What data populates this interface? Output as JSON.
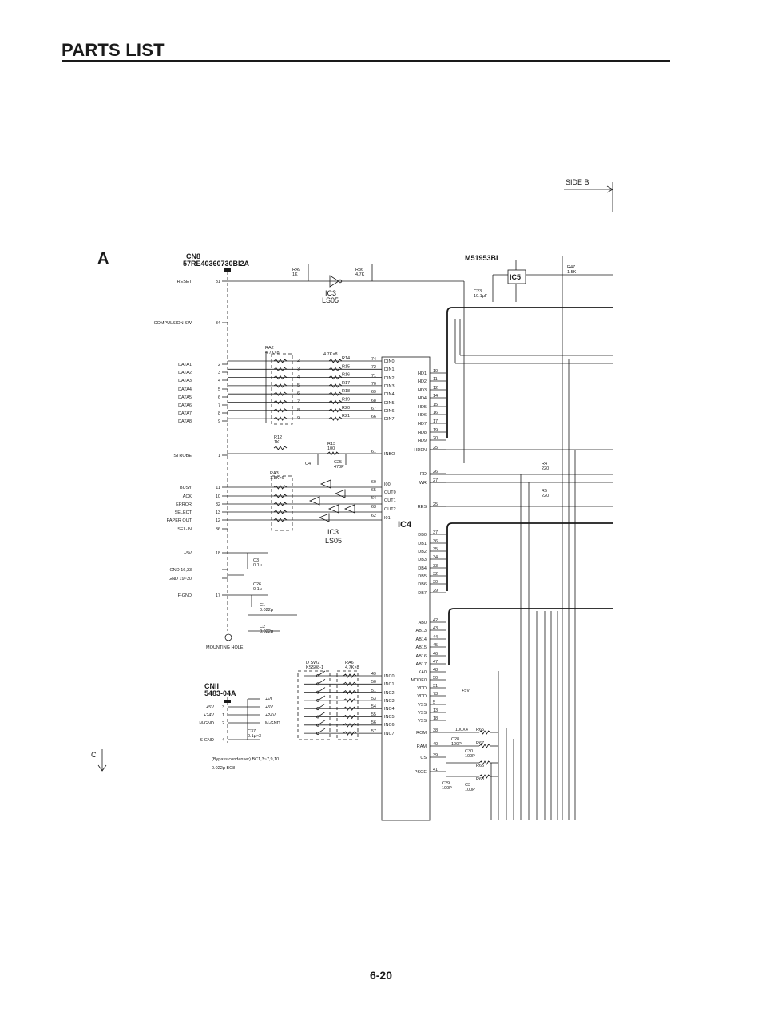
{
  "page": {
    "title": "PARTS LIST",
    "page_number": "6-20"
  },
  "sheet": {
    "side_b_label": "SIDE B",
    "section_a_label": "A",
    "section_c_label": "C",
    "bypass_note_1": "(Bypass condenser) BC1,3~7,9,10",
    "bypass_note_2": "0.022μ  BC8"
  },
  "connectors": {
    "cn8_name": "CN8",
    "cn8_part": "57RE40360730BI2A",
    "cn11_name": "CNII",
    "cn11_part": "5483-04A",
    "cn8_pins": [
      {
        "label": "RESET",
        "pin": "31"
      },
      {
        "label": "COMPULSION SW",
        "pin": "34"
      },
      {
        "label": "DATA1",
        "pin": "2"
      },
      {
        "label": "DATA2",
        "pin": "3"
      },
      {
        "label": "DATA3",
        "pin": "4"
      },
      {
        "label": "DATA4",
        "pin": "5"
      },
      {
        "label": "DATA5",
        "pin": "6"
      },
      {
        "label": "DATA6",
        "pin": "7"
      },
      {
        "label": "DATA7",
        "pin": "8"
      },
      {
        "label": "DATA8",
        "pin": "9"
      },
      {
        "label": "STROBE",
        "pin": "1"
      },
      {
        "label": "BUSY",
        "pin": "11"
      },
      {
        "label": "ACK",
        "pin": "10"
      },
      {
        "label": "ERROR",
        "pin": "32"
      },
      {
        "label": "SELECT",
        "pin": "13"
      },
      {
        "label": "PAPER OUT",
        "pin": "12"
      },
      {
        "label": "SEL-IN",
        "pin": "36"
      },
      {
        "label": "+5V",
        "pin": "18"
      },
      {
        "label": "GND  16,33",
        "pin": ""
      },
      {
        "label": "GND  19~30",
        "pin": ""
      },
      {
        "label": "F-GND",
        "pin": "17"
      }
    ],
    "cn11_pins": [
      {
        "label": "+5V",
        "pin": "3",
        "net": "+5V"
      },
      {
        "label": "+24V",
        "pin": "1",
        "net": "+24V"
      },
      {
        "label": "M-GND",
        "pin": "2",
        "net": "M-GND"
      },
      {
        "label": "S-GND",
        "pin": "4",
        "net": ""
      }
    ],
    "vl_net": "+VL",
    "mounting_hole": "MOUNTING HOLE"
  },
  "components": {
    "r49": "R49\n1K",
    "r36": "R36\n4.7K",
    "ic3_top": "IC3",
    "ls05_top": "LS05",
    "ic3_bot": "IC3",
    "ls05_bot": "LS05",
    "ic5_name": "M51953BL",
    "ic5": "IC5",
    "c23": "C23\n10.1μF",
    "r47": "R47\n1.5K",
    "ra2": "RA2\n4.7K×8",
    "ra_data": "4.7K×8",
    "r_data": [
      "R14",
      "R15",
      "R16",
      "R17",
      "R18",
      "R19",
      "R20",
      "R21"
    ],
    "r12": "R12\n1K",
    "r13": "R13\n100",
    "c4": "C4",
    "c25": "C25\n470P",
    "ra3": "RA3\n1.8K×6",
    "c3": "C3\n0.1μ",
    "c26": "C26\n0.1μ",
    "c1": "C1\n0.022μ",
    "c2": "C2\n0.022μ",
    "c37": "C37\n0.1μ×3",
    "dsw2": "D SW2\nKSS08-1",
    "ra6": "RA6\n4.7K×8",
    "r4": "R4\n220",
    "r5": "R5\n220",
    "r65": "R65",
    "r67": "R67",
    "r66": "R66",
    "r68": "R68",
    "c28": "C28\n100P",
    "c30": "C30\n100P",
    "c29": "C29\n100P",
    "c3b": "C3\n100P",
    "r100x4": "100X4",
    "plus5": "+5V"
  },
  "ic4": {
    "name": "IC4",
    "left_pins": [
      {
        "num": "74",
        "name": "DIN0"
      },
      {
        "num": "72",
        "name": "DIN1"
      },
      {
        "num": "71",
        "name": "DIN2"
      },
      {
        "num": "70",
        "name": "DIN3"
      },
      {
        "num": "69",
        "name": "DIN4"
      },
      {
        "num": "68",
        "name": "DIN5"
      },
      {
        "num": "67",
        "name": "DIN6"
      },
      {
        "num": "66",
        "name": "DIN7"
      },
      {
        "num": "61",
        "name": "INBO"
      },
      {
        "num": "60",
        "name": "I00"
      },
      {
        "num": "65",
        "name": "OUT0"
      },
      {
        "num": "64",
        "name": "OUT1"
      },
      {
        "num": "63",
        "name": "OUT2"
      },
      {
        "num": "62",
        "name": "I01"
      },
      {
        "num": "49",
        "name": "INC0"
      },
      {
        "num": "50",
        "name": "INC1"
      },
      {
        "num": "51",
        "name": "INC2"
      },
      {
        "num": "53",
        "name": "INC3"
      },
      {
        "num": "54",
        "name": "INC4"
      },
      {
        "num": "55",
        "name": "INC5"
      },
      {
        "num": "56",
        "name": "INC6"
      },
      {
        "num": "57",
        "name": "INC7"
      }
    ],
    "right_pins": [
      {
        "num": "10",
        "name": "HD1"
      },
      {
        "num": "11",
        "name": "HD2"
      },
      {
        "num": "12",
        "name": "HD3"
      },
      {
        "num": "14",
        "name": "HD4"
      },
      {
        "num": "15",
        "name": "HD5"
      },
      {
        "num": "16",
        "name": "HD6"
      },
      {
        "num": "17",
        "name": "HD7"
      },
      {
        "num": "19",
        "name": "HD8"
      },
      {
        "num": "20",
        "name": "HD9"
      },
      {
        "num": "25",
        "name": "HDEN"
      },
      {
        "num": "26",
        "name": "RD"
      },
      {
        "num": "27",
        "name": "WR"
      },
      {
        "num": "25",
        "name": "RES"
      },
      {
        "num": "37",
        "name": "DB0"
      },
      {
        "num": "36",
        "name": "DB1"
      },
      {
        "num": "35",
        "name": "DB2"
      },
      {
        "num": "34",
        "name": "DB3"
      },
      {
        "num": "33",
        "name": "DB4"
      },
      {
        "num": "32",
        "name": "DB5"
      },
      {
        "num": "30",
        "name": "DB6"
      },
      {
        "num": "29",
        "name": "DB7"
      },
      {
        "num": "42",
        "name": "AB0"
      },
      {
        "num": "43",
        "name": "AB13"
      },
      {
        "num": "44",
        "name": "AB14"
      },
      {
        "num": "45",
        "name": "AB15"
      },
      {
        "num": "46",
        "name": "AB16"
      },
      {
        "num": "47",
        "name": "AB17"
      },
      {
        "num": "48",
        "name": "KA0"
      },
      {
        "num": "50",
        "name": "MODE0"
      },
      {
        "num": "31",
        "name": "VDD"
      },
      {
        "num": "73",
        "name": "VDD"
      },
      {
        "num": "5",
        "name": "VSS"
      },
      {
        "num": "13",
        "name": "VSS"
      },
      {
        "num": "18",
        "name": "VSS"
      },
      {
        "num": "38",
        "name": "ROM"
      },
      {
        "num": "40",
        "name": "RAM"
      },
      {
        "num": "39",
        "name": "CS"
      },
      {
        "num": "41",
        "name": "PSOE"
      }
    ]
  }
}
